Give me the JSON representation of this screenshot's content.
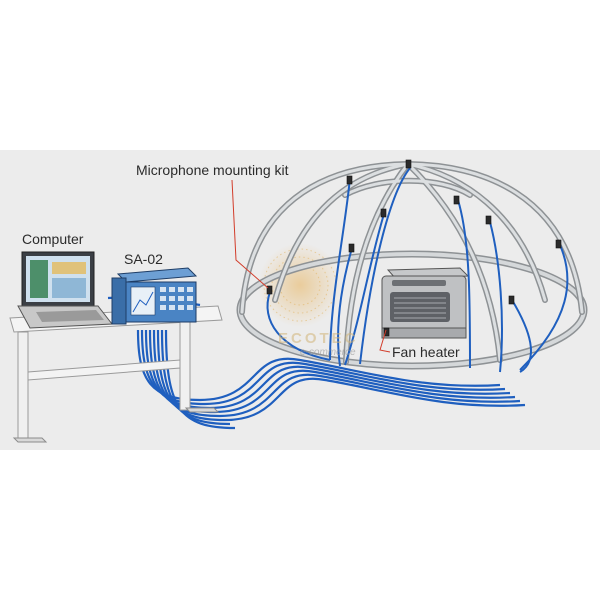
{
  "labels": {
    "microphone_kit": "Microphone mounting kit",
    "computer": "Computer",
    "analyzer": "SA-02",
    "fan_heater": "Fan heater"
  },
  "watermark": {
    "brand": "ECOTEC",
    "sub": "e-commerce"
  },
  "colors": {
    "background_panel": "#ececec",
    "cable_blue": "#1f5fbf",
    "frame_gray": "#b9bcbe",
    "leader_red": "#d23c2a",
    "analyzer_blue": "#4a84c4"
  },
  "icons": [
    "laptop-icon",
    "analyzer-icon",
    "desk-icon",
    "dome-frame-icon",
    "fan-heater-icon",
    "microphone-icon",
    "watermark-logo"
  ]
}
